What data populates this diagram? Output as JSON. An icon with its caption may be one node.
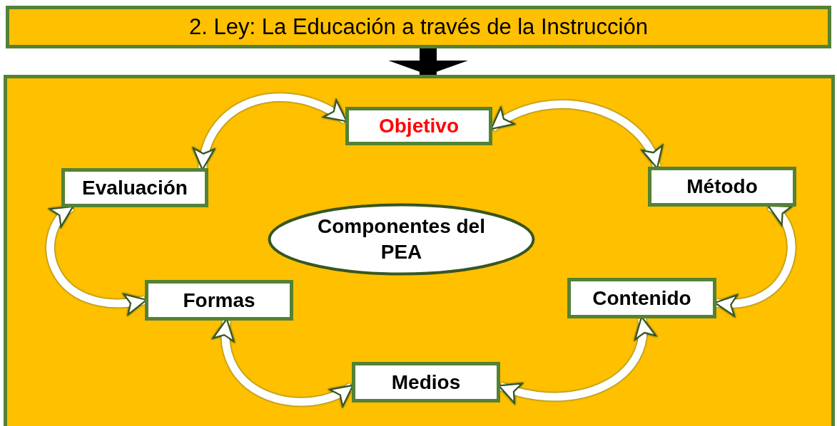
{
  "diagram": {
    "nodes": [
      {
        "text": [
          "2. Ley: La Educación a través de la Instrucción"
        ]
      },
      {
        "text": [],
        "shape": "box"
      },
      {
        "text": [
          "Objetivo"
        ],
        "in": 1
      },
      {
        "text": [
          "Evaluación"
        ],
        "in": 1
      },
      {
        "text": [
          "Método"
        ],
        "in": 1
      },
      {
        "text": [
          "Componentes del PEA"
        ],
        "in": 1
      },
      {
        "text": [
          "Formas"
        ],
        "in": 1
      },
      {
        "text": [
          "Contenido"
        ],
        "in": 1
      },
      {
        "text": [
          "Medios"
        ],
        "in": 1
      }
    ],
    "edges": [
      {
        "from": 0,
        "to": 1,
        "arrow": "to",
        "style": "thick",
        "color": "#000000"
      },
      {
        "from": 3,
        "to": 2,
        "arrow": "both"
      },
      {
        "from": 2,
        "to": 4,
        "arrow": "both"
      },
      {
        "from": 4,
        "to": 7,
        "arrow": "both"
      },
      {
        "from": 7,
        "to": 8,
        "arrow": "both"
      },
      {
        "from": 8,
        "to": 6,
        "arrow": "both"
      },
      {
        "from": 6,
        "to": 3,
        "arrow": "both"
      }
    ]
  }
}
